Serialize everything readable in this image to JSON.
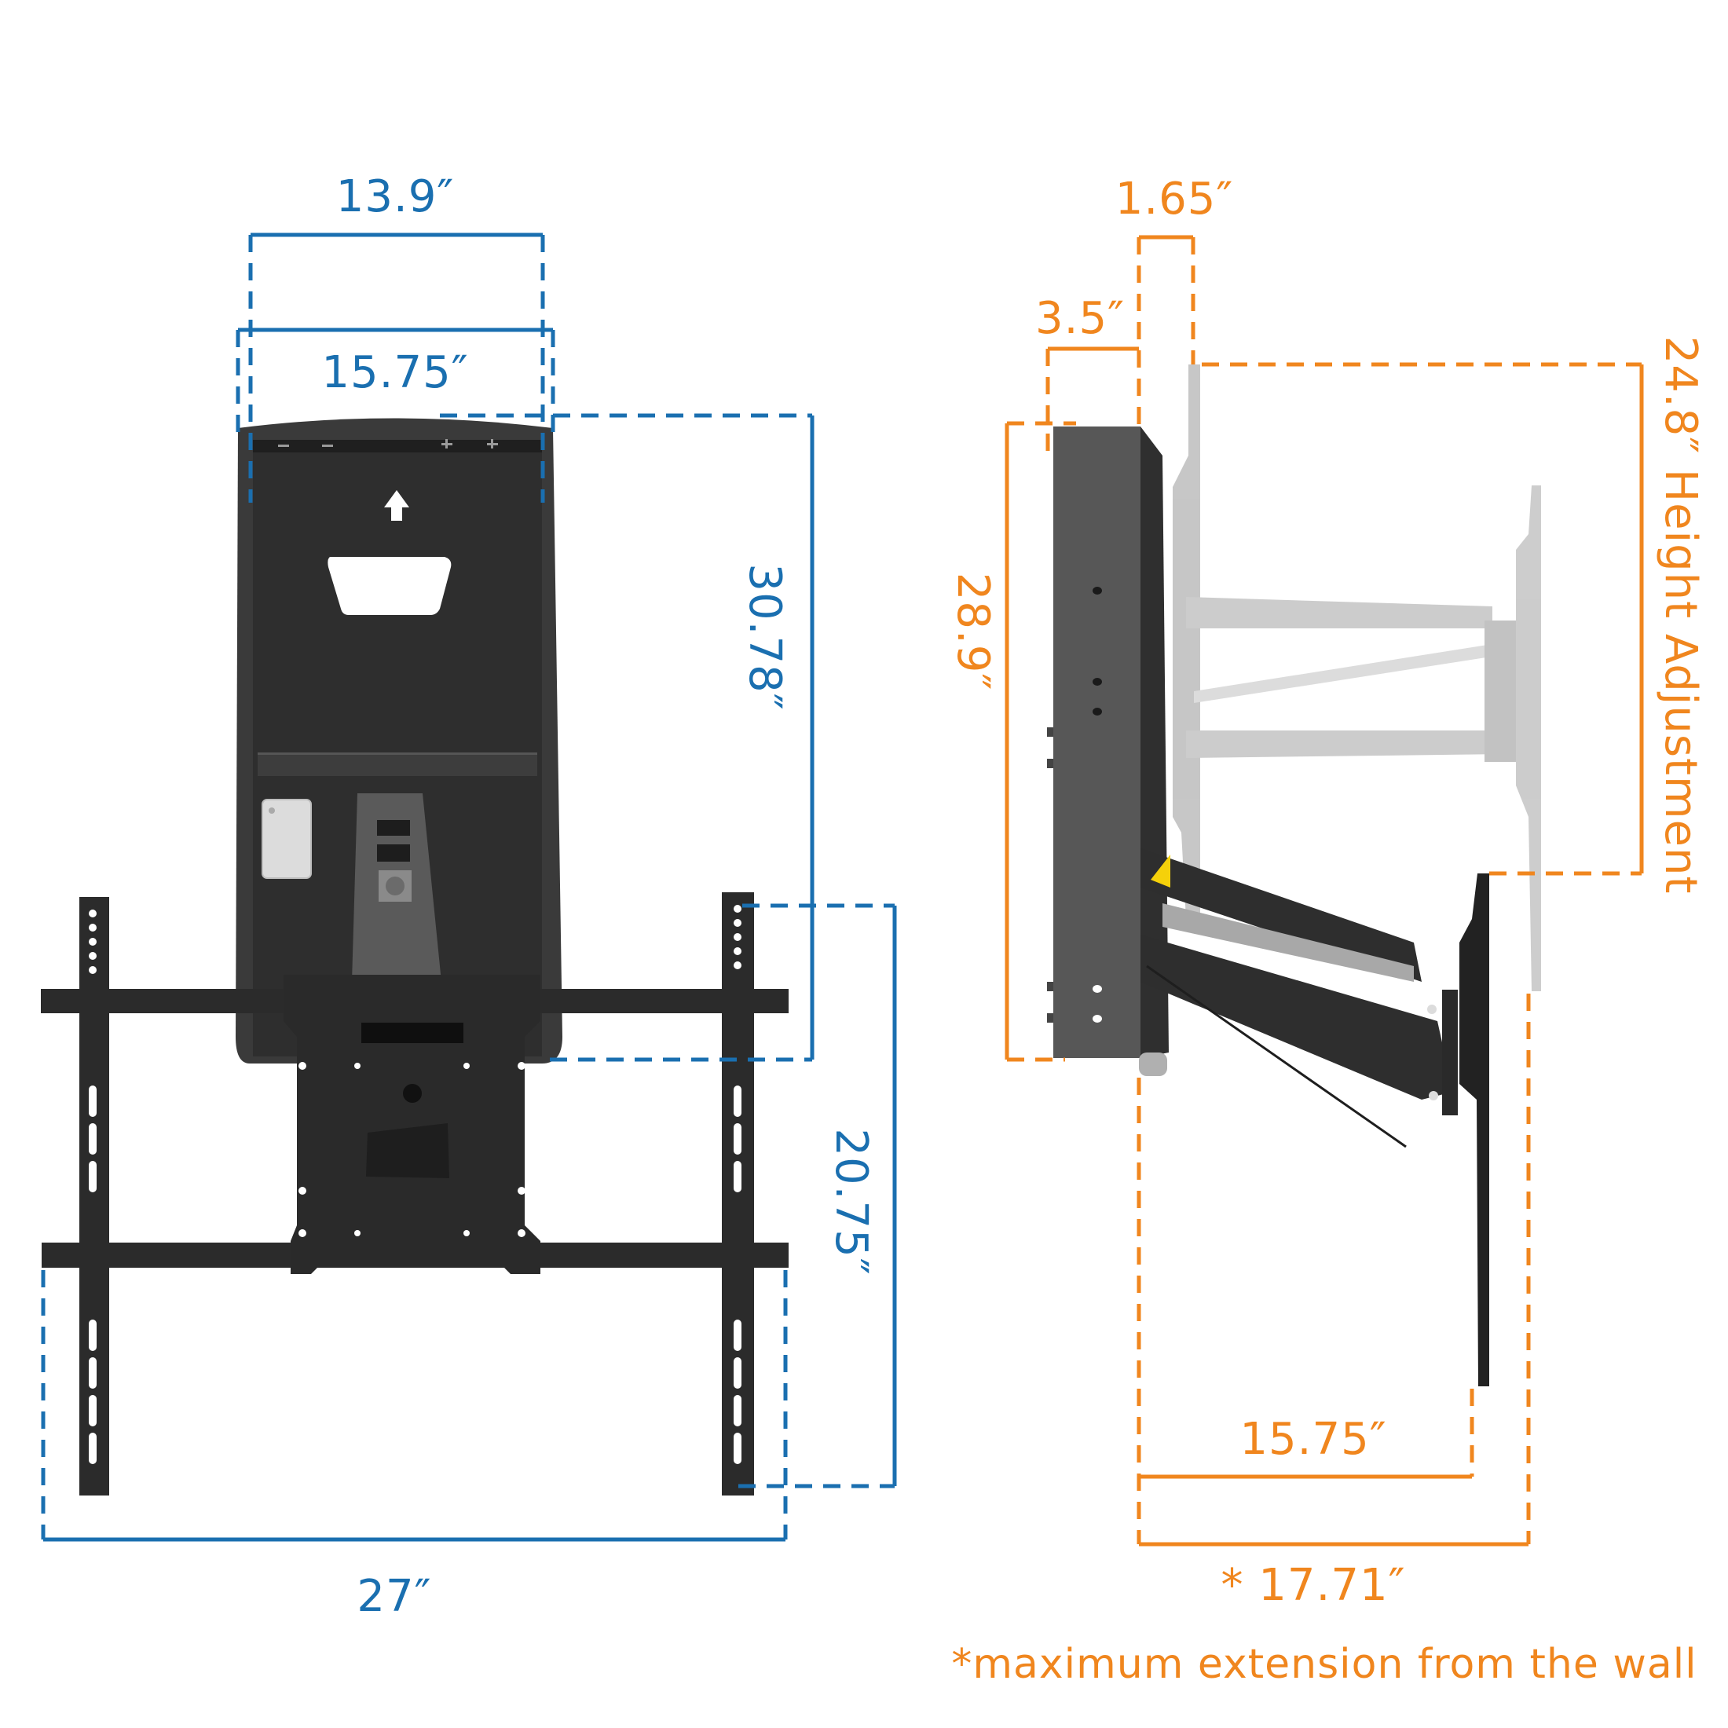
{
  "colors": {
    "blue_dimension": "#1a6fb0",
    "orange_dimension": "#f0861e",
    "mount_black": "#2b2b2b",
    "mount_dark_gray": "#4f4f4f",
    "ghost_gray": "#c8c8c8",
    "warning_yellow": "#f5d10a"
  },
  "front_view": {
    "top_inner_width": "13.9″",
    "top_outer_width": "15.75″",
    "enclosure_height": "30.78″",
    "tv_bracket_height": "20.75″",
    "tv_bracket_width": "27″",
    "icons": [
      "up-arrow-icon"
    ]
  },
  "side_view": {
    "faceplate_offset": "1.65″",
    "enclosure_depth": "3.5″",
    "enclosure_side_height": "28.9″",
    "height_adjustment": "24.8″ Height Adjustment",
    "extension_min": "15.75″",
    "extension_max": "* 17.71″",
    "icons": [
      "pinch-warning-icon"
    ]
  },
  "footnote": "*maximum extension from the wall"
}
